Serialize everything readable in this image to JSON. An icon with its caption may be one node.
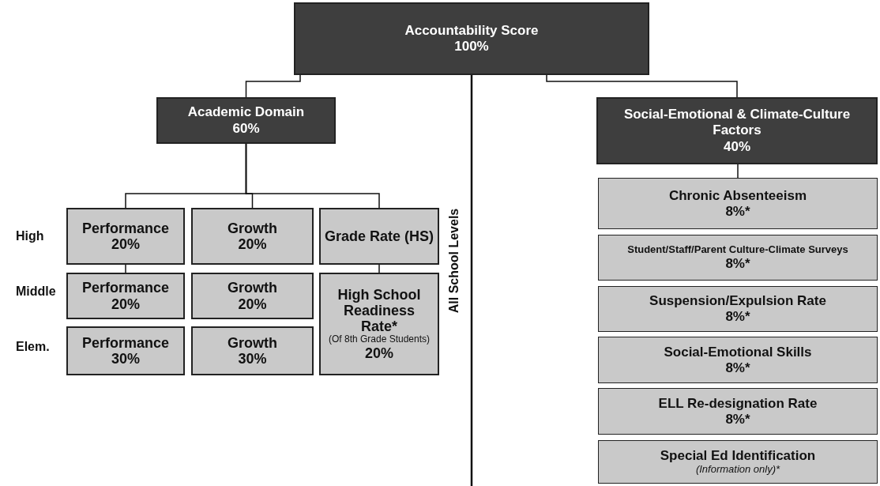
{
  "diagram": {
    "nodes": [
      {
        "text": [
          "Accountability Score",
          "100%"
        ]
      },
      {
        "text": [
          "Academic Domain",
          "60%"
        ]
      },
      {
        "text": [
          "Social-Emotional & Climate-Culture Factors",
          "40%"
        ]
      },
      {
        "text": [
          "Performance",
          "20%"
        ]
      },
      {
        "text": [
          "Growth",
          "20%"
        ]
      },
      {
        "text": [
          "Grade Rate (HS)"
        ]
      },
      {
        "text": [
          "Performance",
          "20%"
        ]
      },
      {
        "text": [
          "Growth",
          "20%"
        ]
      },
      {
        "text": [
          "High School Readiness Rate*",
          "(Of 8th Grade Students)",
          "20%"
        ]
      },
      {
        "text": [
          "Performance",
          "30%"
        ]
      },
      {
        "text": [
          "Growth",
          "30%"
        ]
      },
      {
        "text": [
          "Chronic Absenteeism",
          "8%*"
        ]
      },
      {
        "text": [
          "Student/Staff/Parent Culture-Climate Surveys",
          "8%*"
        ]
      },
      {
        "text": [
          "Suspension/Expulsion Rate",
          "8%*"
        ]
      },
      {
        "text": [
          "Social-Emotional Skills",
          "8%*"
        ]
      },
      {
        "text": [
          "ELL Re-designation Rate",
          "8%*"
        ]
      },
      {
        "text": [
          "Special Ed Identification",
          "(Information only)*"
        ]
      }
    ],
    "edges": [
      {
        "from": 0,
        "to": 1,
        "arrow": "none"
      },
      {
        "from": 0,
        "to": 2,
        "arrow": "none"
      },
      {
        "from": 0,
        "to": null,
        "arrow": "none"
      },
      {
        "from": 1,
        "to": 3,
        "arrow": "none"
      },
      {
        "from": 1,
        "to": 4,
        "arrow": "none"
      },
      {
        "from": 1,
        "to": 5,
        "arrow": "none"
      },
      {
        "from": 3,
        "to": 6,
        "arrow": "none"
      },
      {
        "from": 5,
        "to": 8,
        "arrow": "none"
      },
      {
        "from": 2,
        "to": 11,
        "arrow": "none"
      }
    ],
    "labels": [
      "High",
      "Middle",
      "Elem.",
      "All School Levels"
    ]
  }
}
